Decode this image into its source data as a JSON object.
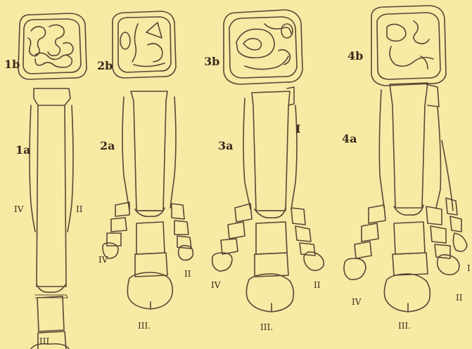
{
  "figure": {
    "ink_color": "#5a4634",
    "paper_color": "#f6eaa5",
    "labels": {
      "tooth1": "1b",
      "tooth2": "2b",
      "tooth3": "3b",
      "tooth4": "4b",
      "foot1": "1a",
      "foot2": "2a",
      "foot3": "3a",
      "foot4": "4a",
      "foot1_left_digit": "IV",
      "foot1_right_digit": "II",
      "foot1_middle_digit": "III",
      "foot2_left_digit": "IV",
      "foot2_right_digit": "II",
      "foot2_middle_digit": "III.",
      "foot3_first_digit": "I",
      "foot3_left_digit": "IV",
      "foot3_right_digit": "II",
      "foot3_middle_digit": "III.",
      "foot4_left_digit": "IV",
      "foot4_right_digit": "II",
      "foot4_edge_digit": "I",
      "foot4_middle_digit": "III."
    }
  }
}
